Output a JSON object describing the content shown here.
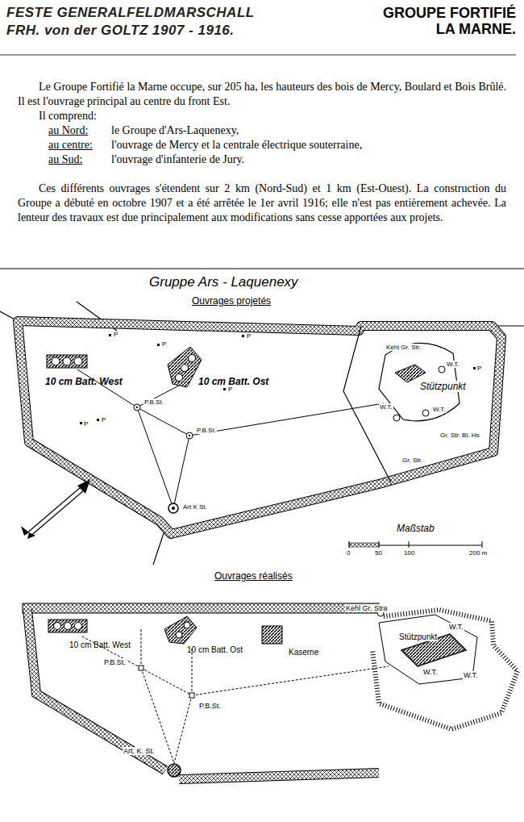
{
  "diagram": {
    "title": "GROUPE FORTIFIÉ LA MARNE.",
    "labels": [
      "FESTE GENERALFELDMARSCHALL",
      "FRH. von der GOLTZ 1907 - 1916.",
      "Le Groupe Fortifié la Marne occupe, sur 205 ha, les hauteurs des bois de Mercy, Boulard et Bois Brûlé. Il est l'ouvrage principal au centre du front Est.",
      "Il comprend:",
      "au Nord:",
      "le Groupe d'Ars-Laquenexy,",
      "au centre:",
      "l'ouvrage de Mercy et la centrale électrique souterraine,",
      "au Sud:",
      "l'ouvrage d'infanterie de Jury.",
      "Ces différents ouvrages s'étendent sur 2 km (Nord-Sud) et 1 km (Est-Ouest). La construction du Groupe a débuté en octobre 1907 et a été arrêtée le 1er avril 1916; elle n'est pas entièrement achevée. La lenteur des travaux est due principalement aux modifications sans cesse apportées aux projets.",
      "Gruppe Ars - Laquenexy",
      "Ouvrages projetés",
      "10 cm Batt. West",
      "10 cm Batt. Ost",
      "Stützpunkt",
      "W.T.",
      "W.T.",
      "W.T.",
      "Kehl Gr. Str.",
      "Gr. Str. Bl. Hs",
      "Gr. Str.",
      "P.B.St.",
      "P.B.St.",
      "Art K St.",
      "P",
      "P",
      "P",
      "P",
      "P",
      "P",
      "P",
      "Maßstab",
      "0",
      "50",
      "100",
      "200 m",
      "Ouvrages réalisés",
      "Kehl Gr. Stra",
      "10 cm Batt. West",
      "10 cm Batt. Ost",
      "Kaserne",
      "Stützpunkt",
      "W.T.",
      "W.T.",
      "W.T.",
      "P.B.St.",
      "P.B.St.",
      "Art. K. St."
    ]
  }
}
